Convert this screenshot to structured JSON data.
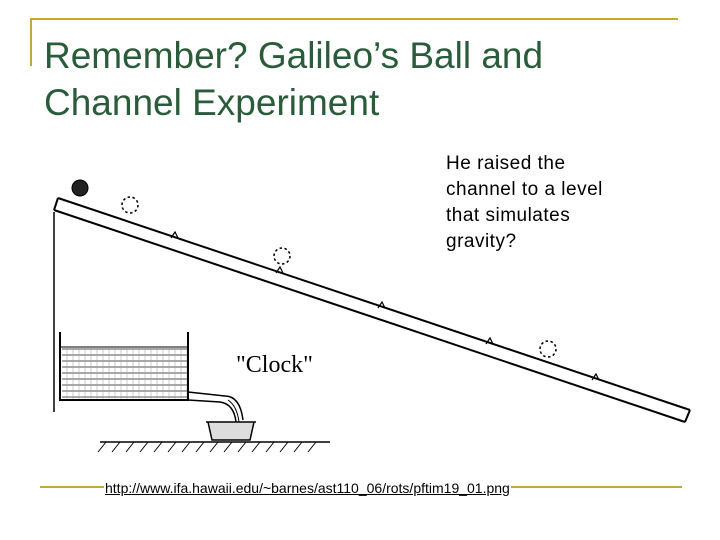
{
  "slide": {
    "title": "Remember? Galileo’s Ball and Channel Experiment",
    "body_text": "He raised the\nchannel to a level\nthat simulates\ngravity?",
    "source_url": "http://www.ifa.hawaii.edu/~barnes/ast110_06/rots/pftim19_01.png"
  },
  "figure": {
    "clock_label": "\"Clock\""
  }
}
